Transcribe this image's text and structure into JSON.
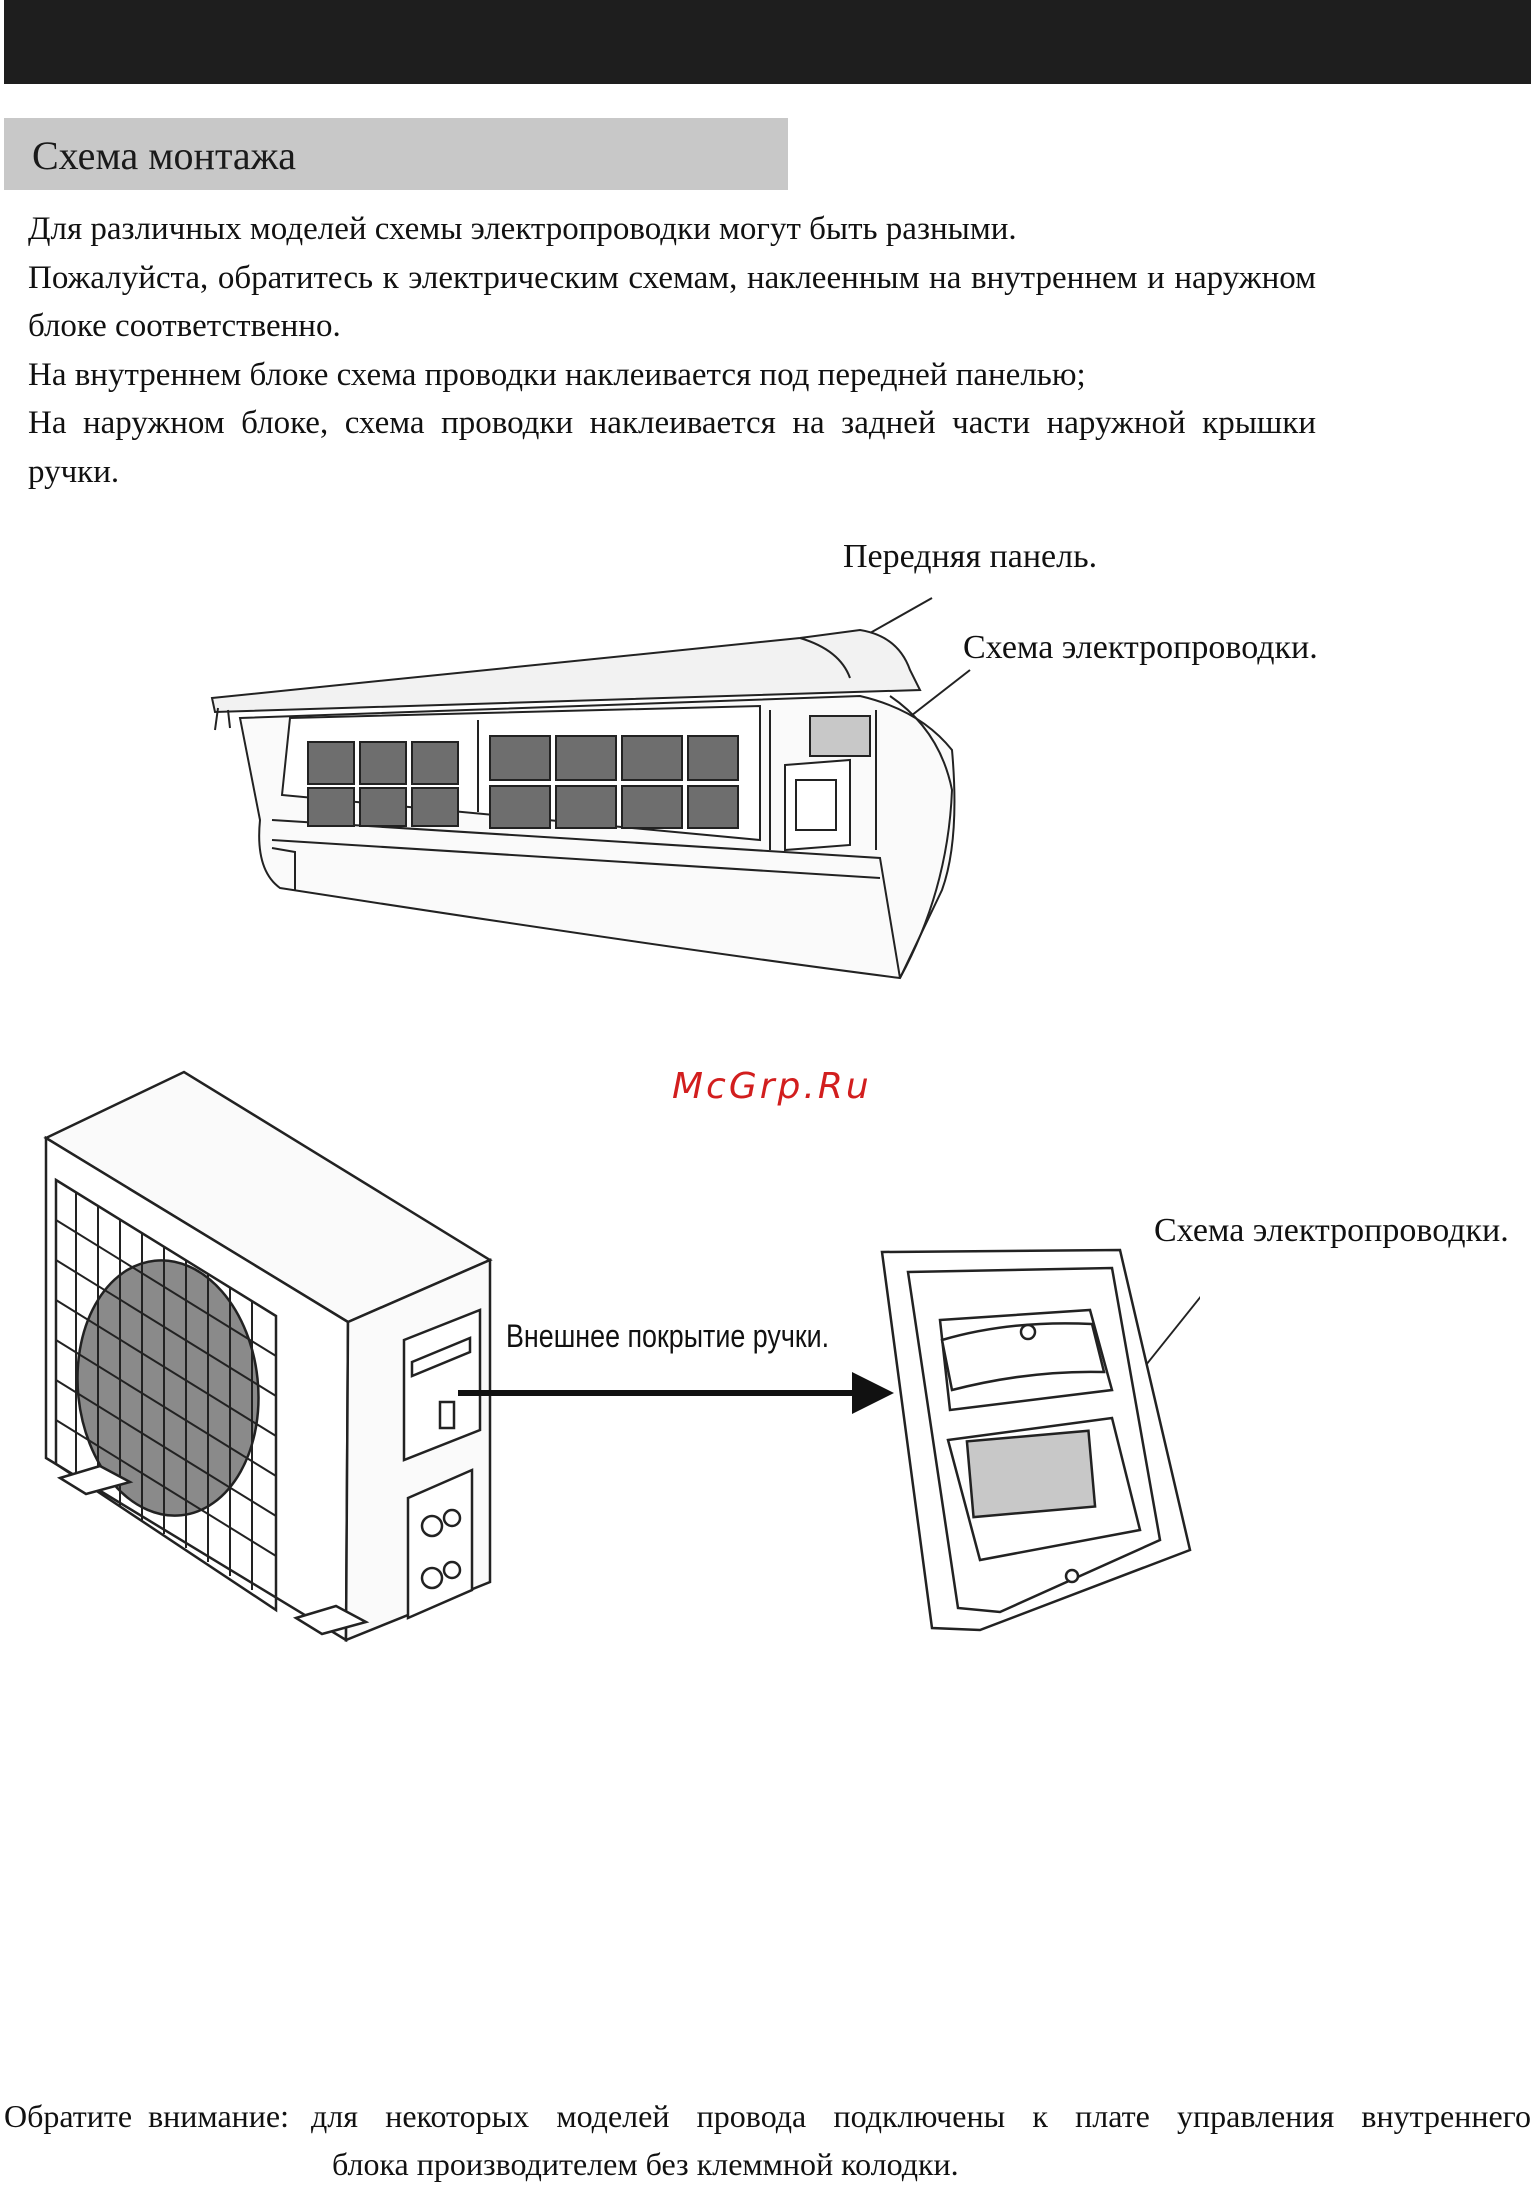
{
  "header": {
    "title": "Схема монтажа"
  },
  "intro": {
    "paragraphs": [
      "Для различных моделей схемы электропроводки могут быть разными.",
      "Пожалуйста, обратитесь к электрическим схемам, наклеенным на внутреннем и наружном блоке соответственно.",
      "На внутреннем блоке схема проводки наклеивается под передней панелью;",
      "На наружном блоке, схема проводки наклеивается на задней части наружной крышки ручки."
    ]
  },
  "indoor_figure": {
    "front_panel_label": "Передняя панель.",
    "wiring_label": "Схема электропроводки."
  },
  "watermark": "McGrp.Ru",
  "outdoor_figure": {
    "handle_cover_label": "Внешнее покрытие ручки.",
    "wiring_label": "Схема электропроводки."
  },
  "note": {
    "lead": "Обратите внимание:",
    "text_line1": "для некоторых моделей провода подключены к плате управления внутреннего",
    "text_line2": "блока производителем без клеммной колодки."
  }
}
